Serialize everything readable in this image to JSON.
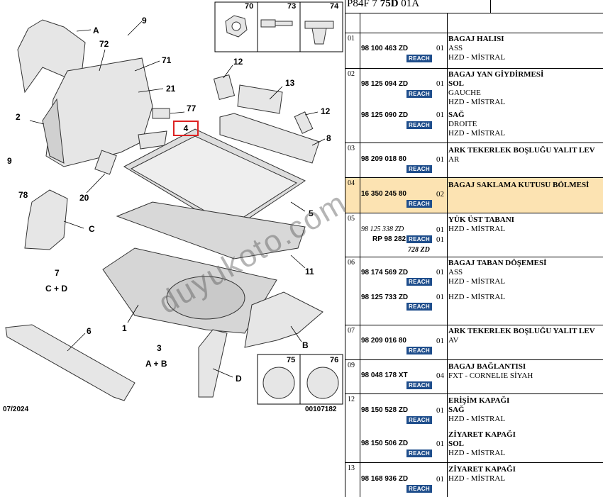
{
  "diagram": {
    "labels": [
      "70",
      "73",
      "74",
      "9",
      "A",
      "72",
      "71",
      "21",
      "12",
      "13",
      "2",
      "77",
      "4",
      "12",
      "8",
      "9",
      "78",
      "20",
      "5",
      "C",
      "7",
      "C + D",
      "11",
      "1",
      "B",
      "6",
      "3",
      "A + B",
      "D",
      "75",
      "76"
    ],
    "date": "07/2024",
    "reference": "00107182",
    "watermark": "duyukoto.com"
  },
  "table": {
    "header": {
      "prefix": "P84F 7 ",
      "bold": "75D",
      "suffix": " 01A"
    },
    "reach_label": "REACH",
    "rows": [
      {
        "pos": "01",
        "parts": [
          {
            "pn": "98 100 463 ZD",
            "qty": "01",
            "lines": [
              "BAGAJ HALISI",
              "ASS",
              "HZD - MİSTRAL"
            ]
          }
        ]
      },
      {
        "pos": "02",
        "parts": [
          {
            "pn": "98 125 094 ZD",
            "qty": "01",
            "lines": [
              "BAGAJ YAN GİYDİRMESİ",
              "SOL",
              "GAUCHE",
              "HZD - MİSTRAL"
            ]
          },
          {
            "pn": "98 125 090 ZD",
            "qty": "01",
            "lines": [
              "SAĞ",
              "DROITE",
              "HZD - MİSTRAL"
            ]
          }
        ]
      },
      {
        "pos": "03",
        "parts": [
          {
            "pn": "98 209 018 80",
            "qty": "01",
            "lines": [
              "ARK TEKERLEK BOŞLUĞU YALIT LEV",
              "AR"
            ]
          }
        ]
      },
      {
        "pos": "04",
        "parts": [
          {
            "pn": "16 350 245 80",
            "qty": "02",
            "lines": [
              "BAGAJ SAKLAMA KUTUSU BÖLMESİ"
            ]
          }
        ]
      },
      {
        "pos": "05",
        "parts": [
          {
            "pn": "98 125 338 ZD",
            "qty": "01",
            "alt": "RP 98 282",
            "alt_qty": "01",
            "alt_suffix": "728 ZD",
            "lines": [
              "YÜK ÜST TABANI",
              "HZD - MİSTRAL"
            ]
          }
        ]
      },
      {
        "pos": "06",
        "parts": [
          {
            "pn": "98 174 569 ZD",
            "qty": "01",
            "lines": [
              "BAGAJ TABAN DÖŞEMESİ",
              "ASS",
              "HZD - MİSTRAL"
            ]
          },
          {
            "pn": "98 125 733 ZD",
            "qty": "01",
            "lines": [
              "HZD - MİSTRAL"
            ]
          }
        ]
      },
      {
        "pos": "07",
        "parts": [
          {
            "pn": "98 209 016 80",
            "qty": "01",
            "lines": [
              "ARK TEKERLEK BOŞLUĞU YALIT LEV",
              "AV"
            ]
          }
        ]
      },
      {
        "pos": "09",
        "parts": [
          {
            "pn": "98 048 178 XT",
            "qty": "04",
            "lines": [
              "BAGAJ BAĞLANTISI",
              "FXT - CORNELIE SİYAH"
            ]
          }
        ]
      },
      {
        "pos": "12",
        "parts": [
          {
            "pn": "98 150 528 ZD",
            "qty": "01",
            "lines": [
              "ERİŞİM KAPAĞI",
              "SAĞ",
              "HZD - MİSTRAL"
            ]
          },
          {
            "pn": "98 150 506 ZD",
            "qty": "01",
            "lines": [
              "ZİYARET KAPAĞI",
              "SOL",
              "HZD - MİSTRAL"
            ]
          }
        ]
      },
      {
        "pos": "13",
        "parts": [
          {
            "pn": "98 168 936 ZD",
            "qty": "01",
            "lines": [
              "ZİYARET KAPAĞI",
              "HZD - MİSTRAL"
            ]
          }
        ]
      }
    ]
  },
  "colors": {
    "highlight": "#fce3b2",
    "reach_badge": "#1f4e8c",
    "callout": "#dd2222"
  }
}
